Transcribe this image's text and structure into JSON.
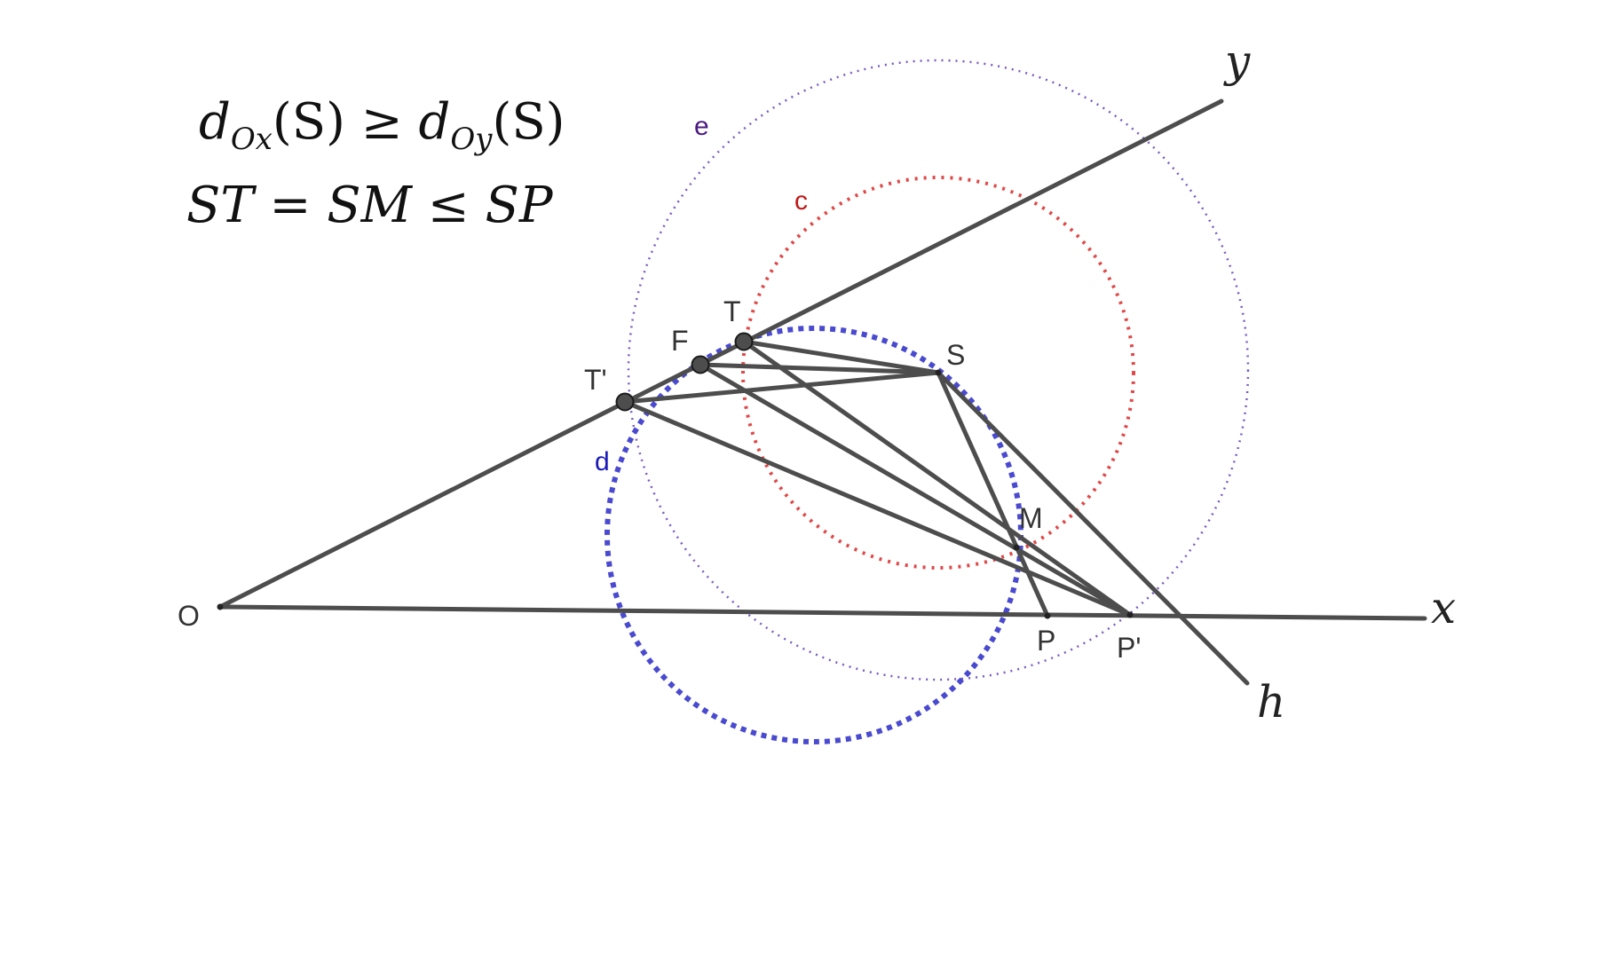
{
  "formulas": {
    "line1": {
      "a": "d",
      "a_sub": "Ox",
      "b": "(S) ≥ ",
      "c": "d",
      "c_sub": "Oy",
      "d": "(S)"
    },
    "line2": "ST = SM ≤ SP"
  },
  "points": {
    "O": "O",
    "T": "T",
    "F": "F",
    "T_prime": "T'",
    "S": "S",
    "M": "M",
    "P": "P",
    "P_prime": "P'"
  },
  "lines": {
    "x": "x",
    "y": "y",
    "h": "h"
  },
  "circles": {
    "e": "e",
    "c": "c",
    "d": "d"
  },
  "colors": {
    "segment": "#4d4d4d",
    "circle_e": "#7a5cc0",
    "circle_c": "#e04848",
    "circle_d": "#4a4ad0",
    "label_e": "#4b1a82",
    "label_c": "#c01818",
    "label_d": "#1a1ab8",
    "point_fill": "#4d4d4d"
  }
}
